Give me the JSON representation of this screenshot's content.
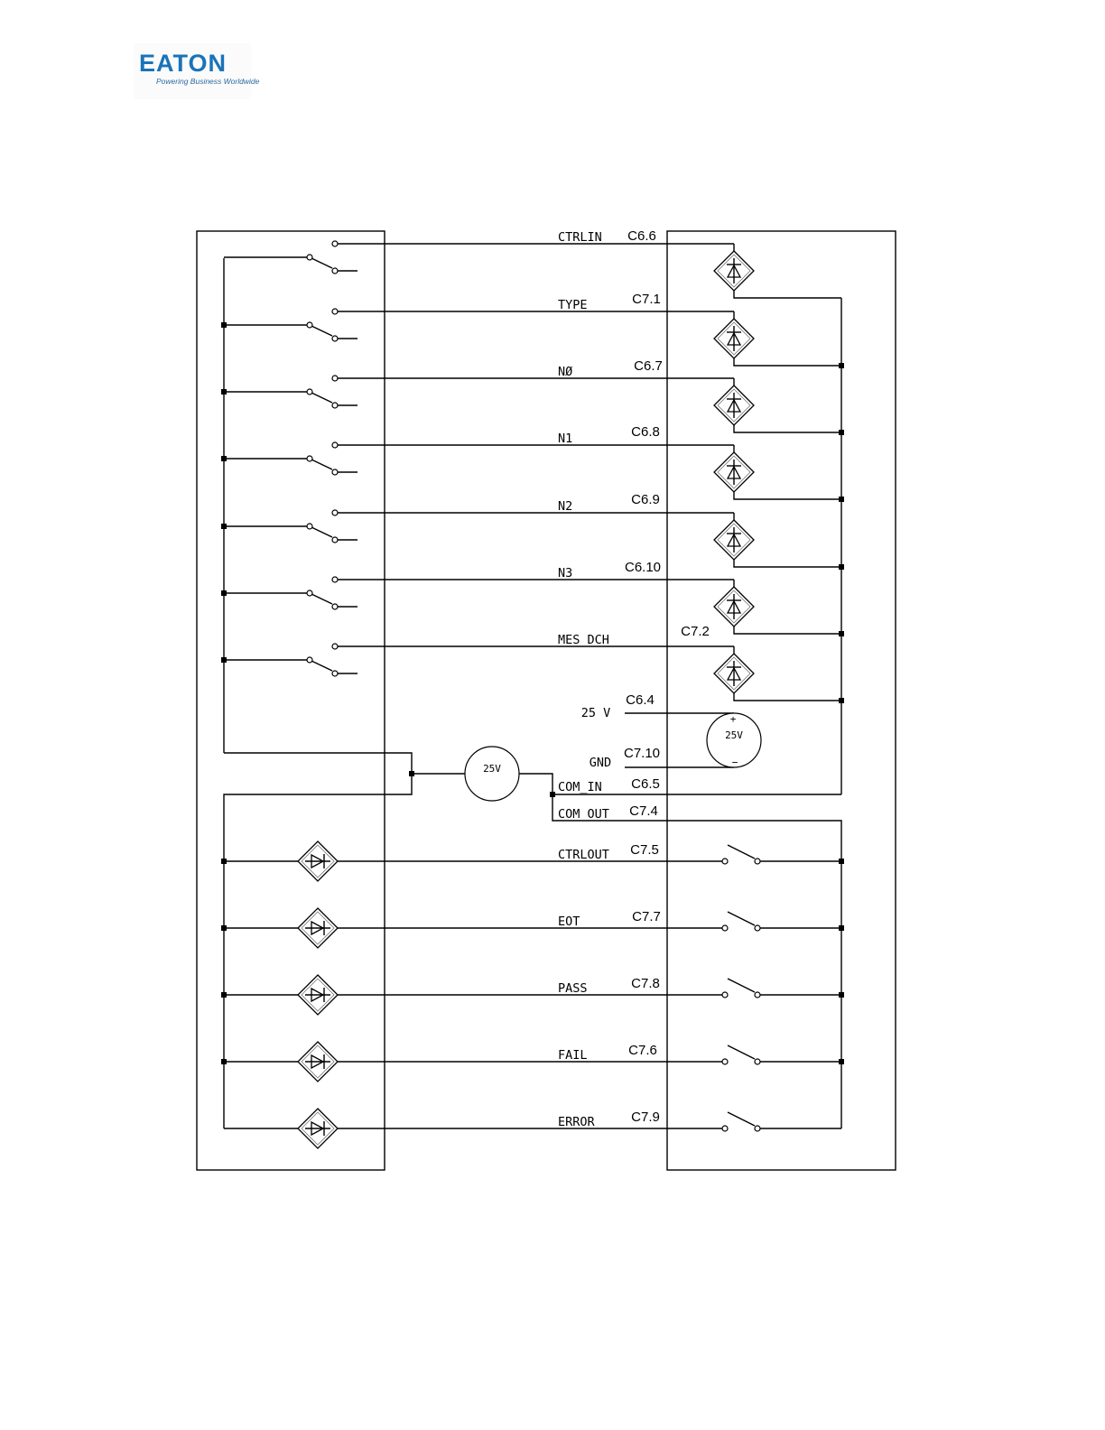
{
  "logo": {
    "brand": "EATON",
    "tagline": "Powering Business Worldwide",
    "color": "#1a73b8"
  },
  "diagram": {
    "inputs": [
      {
        "signal": "CTRLIN",
        "pin": "C6.6"
      },
      {
        "signal": "TYPE",
        "pin": "C7.1"
      },
      {
        "signal": "NØ",
        "pin": "C6.7"
      },
      {
        "signal": "N1",
        "pin": "C6.8"
      },
      {
        "signal": "N2",
        "pin": "C6.9"
      },
      {
        "signal": "N3",
        "pin": "C6.10"
      },
      {
        "signal": "MES_DCH",
        "pin": "C7.2"
      }
    ],
    "supply": [
      {
        "signal": "25 V",
        "pin": "C6.4"
      },
      {
        "signal": "GND",
        "pin": "C7.10"
      }
    ],
    "common": [
      {
        "signal": "COM_IN",
        "pin": "C6.5"
      },
      {
        "signal": "COM_OUT",
        "pin": "C7.4"
      }
    ],
    "outputs": [
      {
        "signal": "CTRLOUT",
        "pin": "C7.5"
      },
      {
        "signal": "EOT",
        "pin": "C7.7"
      },
      {
        "signal": "PASS",
        "pin": "C7.8"
      },
      {
        "signal": "FAIL",
        "pin": "C7.6"
      },
      {
        "signal": "ERROR",
        "pin": "C7.9"
      }
    ],
    "source_left_label": "25V",
    "source_right_label": "25V",
    "plus_sign": "+",
    "minus_sign": "−"
  }
}
